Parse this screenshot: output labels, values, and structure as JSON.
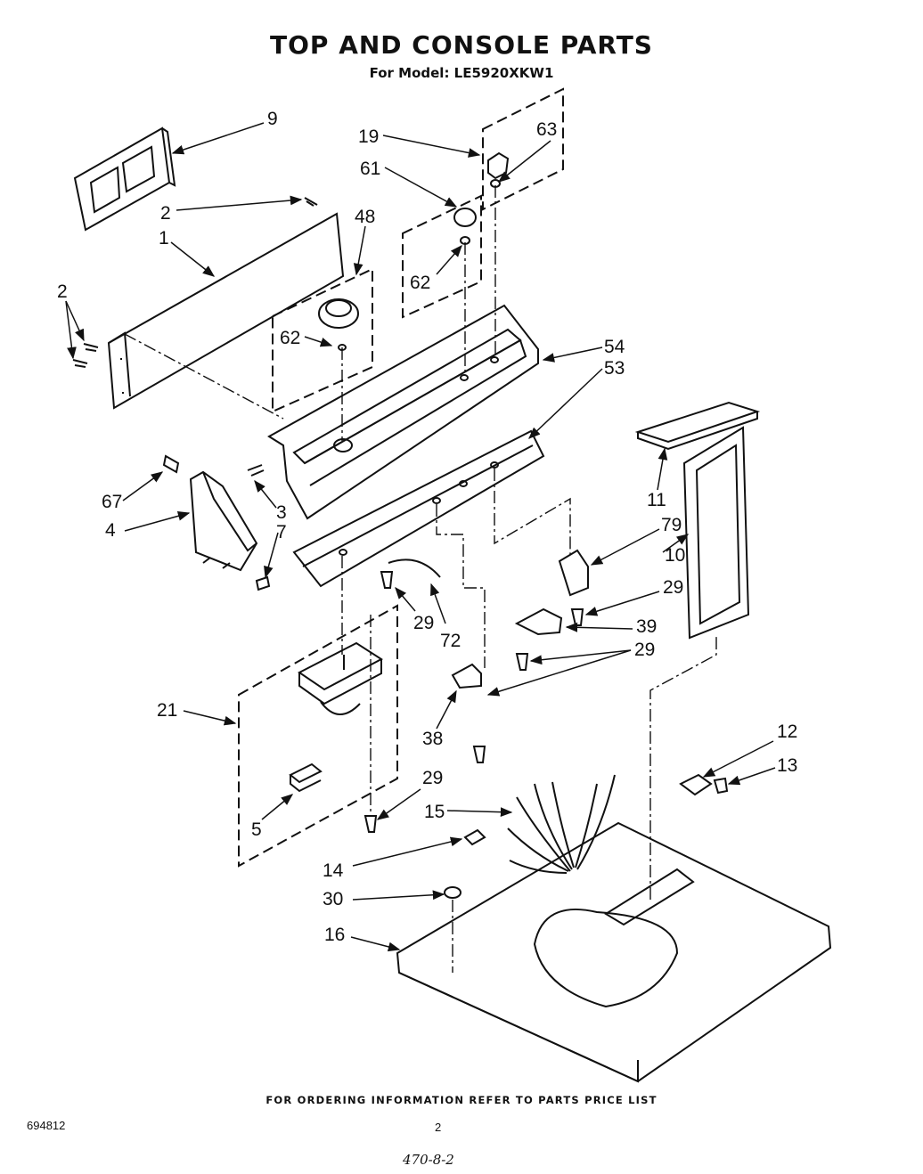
{
  "header": {
    "title": "TOP AND CONSOLE PARTS",
    "subtitle": "For Model: LE5920XKW1"
  },
  "footer": {
    "ordering_note": "FOR ORDERING INFORMATION REFER TO PARTS PRICE LIST",
    "doc_number": "694812",
    "page_number": "2",
    "handwritten_note": "470-8-2"
  },
  "callouts": {
    "c9": "9",
    "c2a": "2",
    "c1": "1",
    "c2b": "2",
    "c48": "48",
    "c62a": "62",
    "c19": "19",
    "c63": "63",
    "c61": "61",
    "c62b": "62",
    "c54": "54",
    "c53": "53",
    "c67": "67",
    "c4": "4",
    "c3": "3",
    "c7": "7",
    "c11": "11",
    "c79": "79",
    "c10": "10",
    "c29a": "29",
    "c29b": "29",
    "c72": "72",
    "c39": "39",
    "c29c": "29",
    "c21": "21",
    "c38": "38",
    "c12": "12",
    "c13": "13",
    "c29d": "29",
    "c15": "15",
    "c5": "5",
    "c14": "14",
    "c30": "30",
    "c16": "16"
  }
}
